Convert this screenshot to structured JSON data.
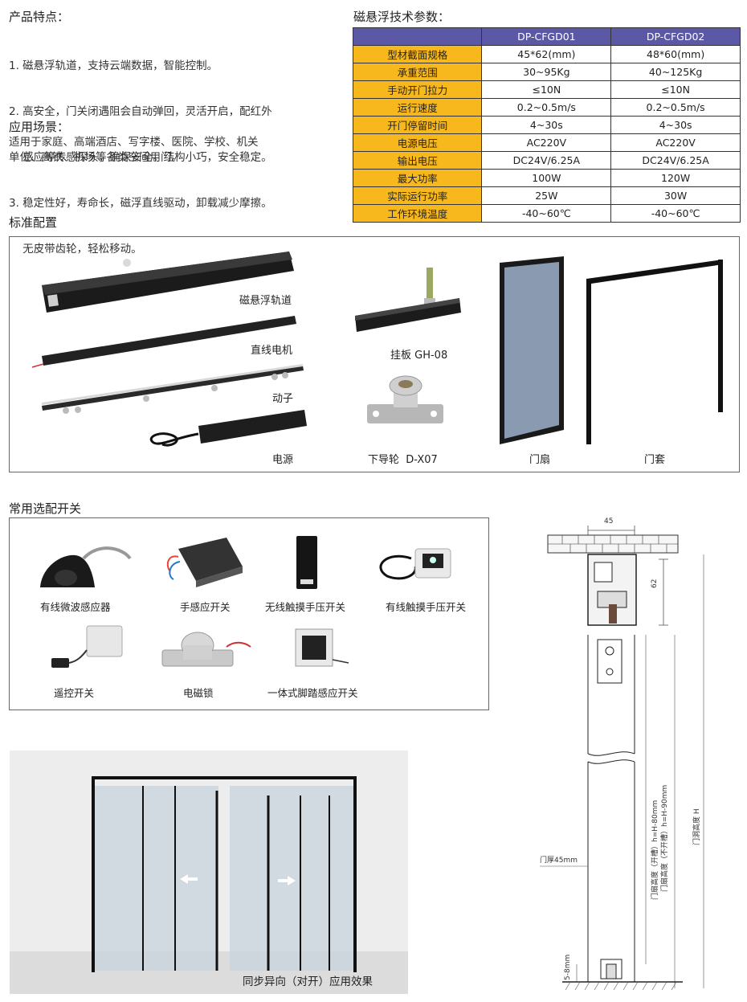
{
  "features": {
    "title": "产品特点：",
    "items": [
      "1. 磁悬浮轨道，支持云端数据，智能控制。",
      "2. 高安全，门关闭遇阻会自动弹回，灵活开启，配红外",
      "    感应等传感探头，确保安全。结构小巧，安全稳定。",
      "3. 稳定性好，寿命长，磁浮直线驱动，卸载减少摩擦。",
      "    无皮带齿轮，轻松移动。"
    ]
  },
  "scenes": {
    "title": "应用场景：",
    "lines": [
      "适用于家庭、高端酒店、写字楼、医院、学校、机关",
      "单位、高铁、机场等各类空间用门。"
    ]
  },
  "spec": {
    "title": "磁悬浮技术参数：",
    "headers": [
      "",
      "DP-CFGD01",
      "DP-CFGD02"
    ],
    "rows": [
      [
        "型材截面规格",
        "45*62(mm)",
        "48*60(mm)"
      ],
      [
        "承重范围",
        "30~95Kg",
        "40~125Kg"
      ],
      [
        "手动开门拉力",
        "≤10N",
        "≤10N"
      ],
      [
        "运行速度",
        "0.2~0.5m/s",
        "0.2~0.5m/s"
      ],
      [
        "开门停留时间",
        "4~30s",
        "4~30s"
      ],
      [
        "电源电压",
        "AC220V",
        "AC220V"
      ],
      [
        "输出电压",
        "DC24V/6.25A",
        "DC24V/6.25A"
      ],
      [
        "最大功率",
        "100W",
        "120W"
      ],
      [
        "实际运行功率",
        "25W",
        "30W"
      ],
      [
        "工作环境温度",
        "-40~60℃",
        "-40~60℃"
      ]
    ]
  },
  "standard": {
    "title": "标准配置",
    "items": {
      "track": "磁悬浮轨道",
      "motor": "直线电机",
      "mover": "动子",
      "power": "电源",
      "hanger": "挂板 GH-08",
      "guide": "下导轮  D-X07",
      "leaf": "门扇",
      "frame": "门套"
    }
  },
  "switches": {
    "title": "常用选配开关",
    "items": {
      "microwave": "有线微波感应器",
      "hand": "手感应开关",
      "wireless": "无线触摸手压开关",
      "wired_touch": "有线触摸手压开关",
      "remote": "遥控开关",
      "lock": "电磁锁",
      "foot": "一体式脚踏感应开关"
    }
  },
  "photo": {
    "caption": "同步异向（对开）应用效果"
  },
  "drawing": {
    "dim_width": "45",
    "dim_height": "62",
    "thickness": "门厚45mm",
    "leaf_h1": "门扇高度（开槽）h=H-80mm",
    "leaf_h2": "门扇高度（不开槽）h=H-90mm",
    "opening_h": "门洞高度 H",
    "gap": "5-8mm"
  },
  "colors": {
    "header_purple": "#5b58a5",
    "label_yellow": "#f7b81d"
  }
}
